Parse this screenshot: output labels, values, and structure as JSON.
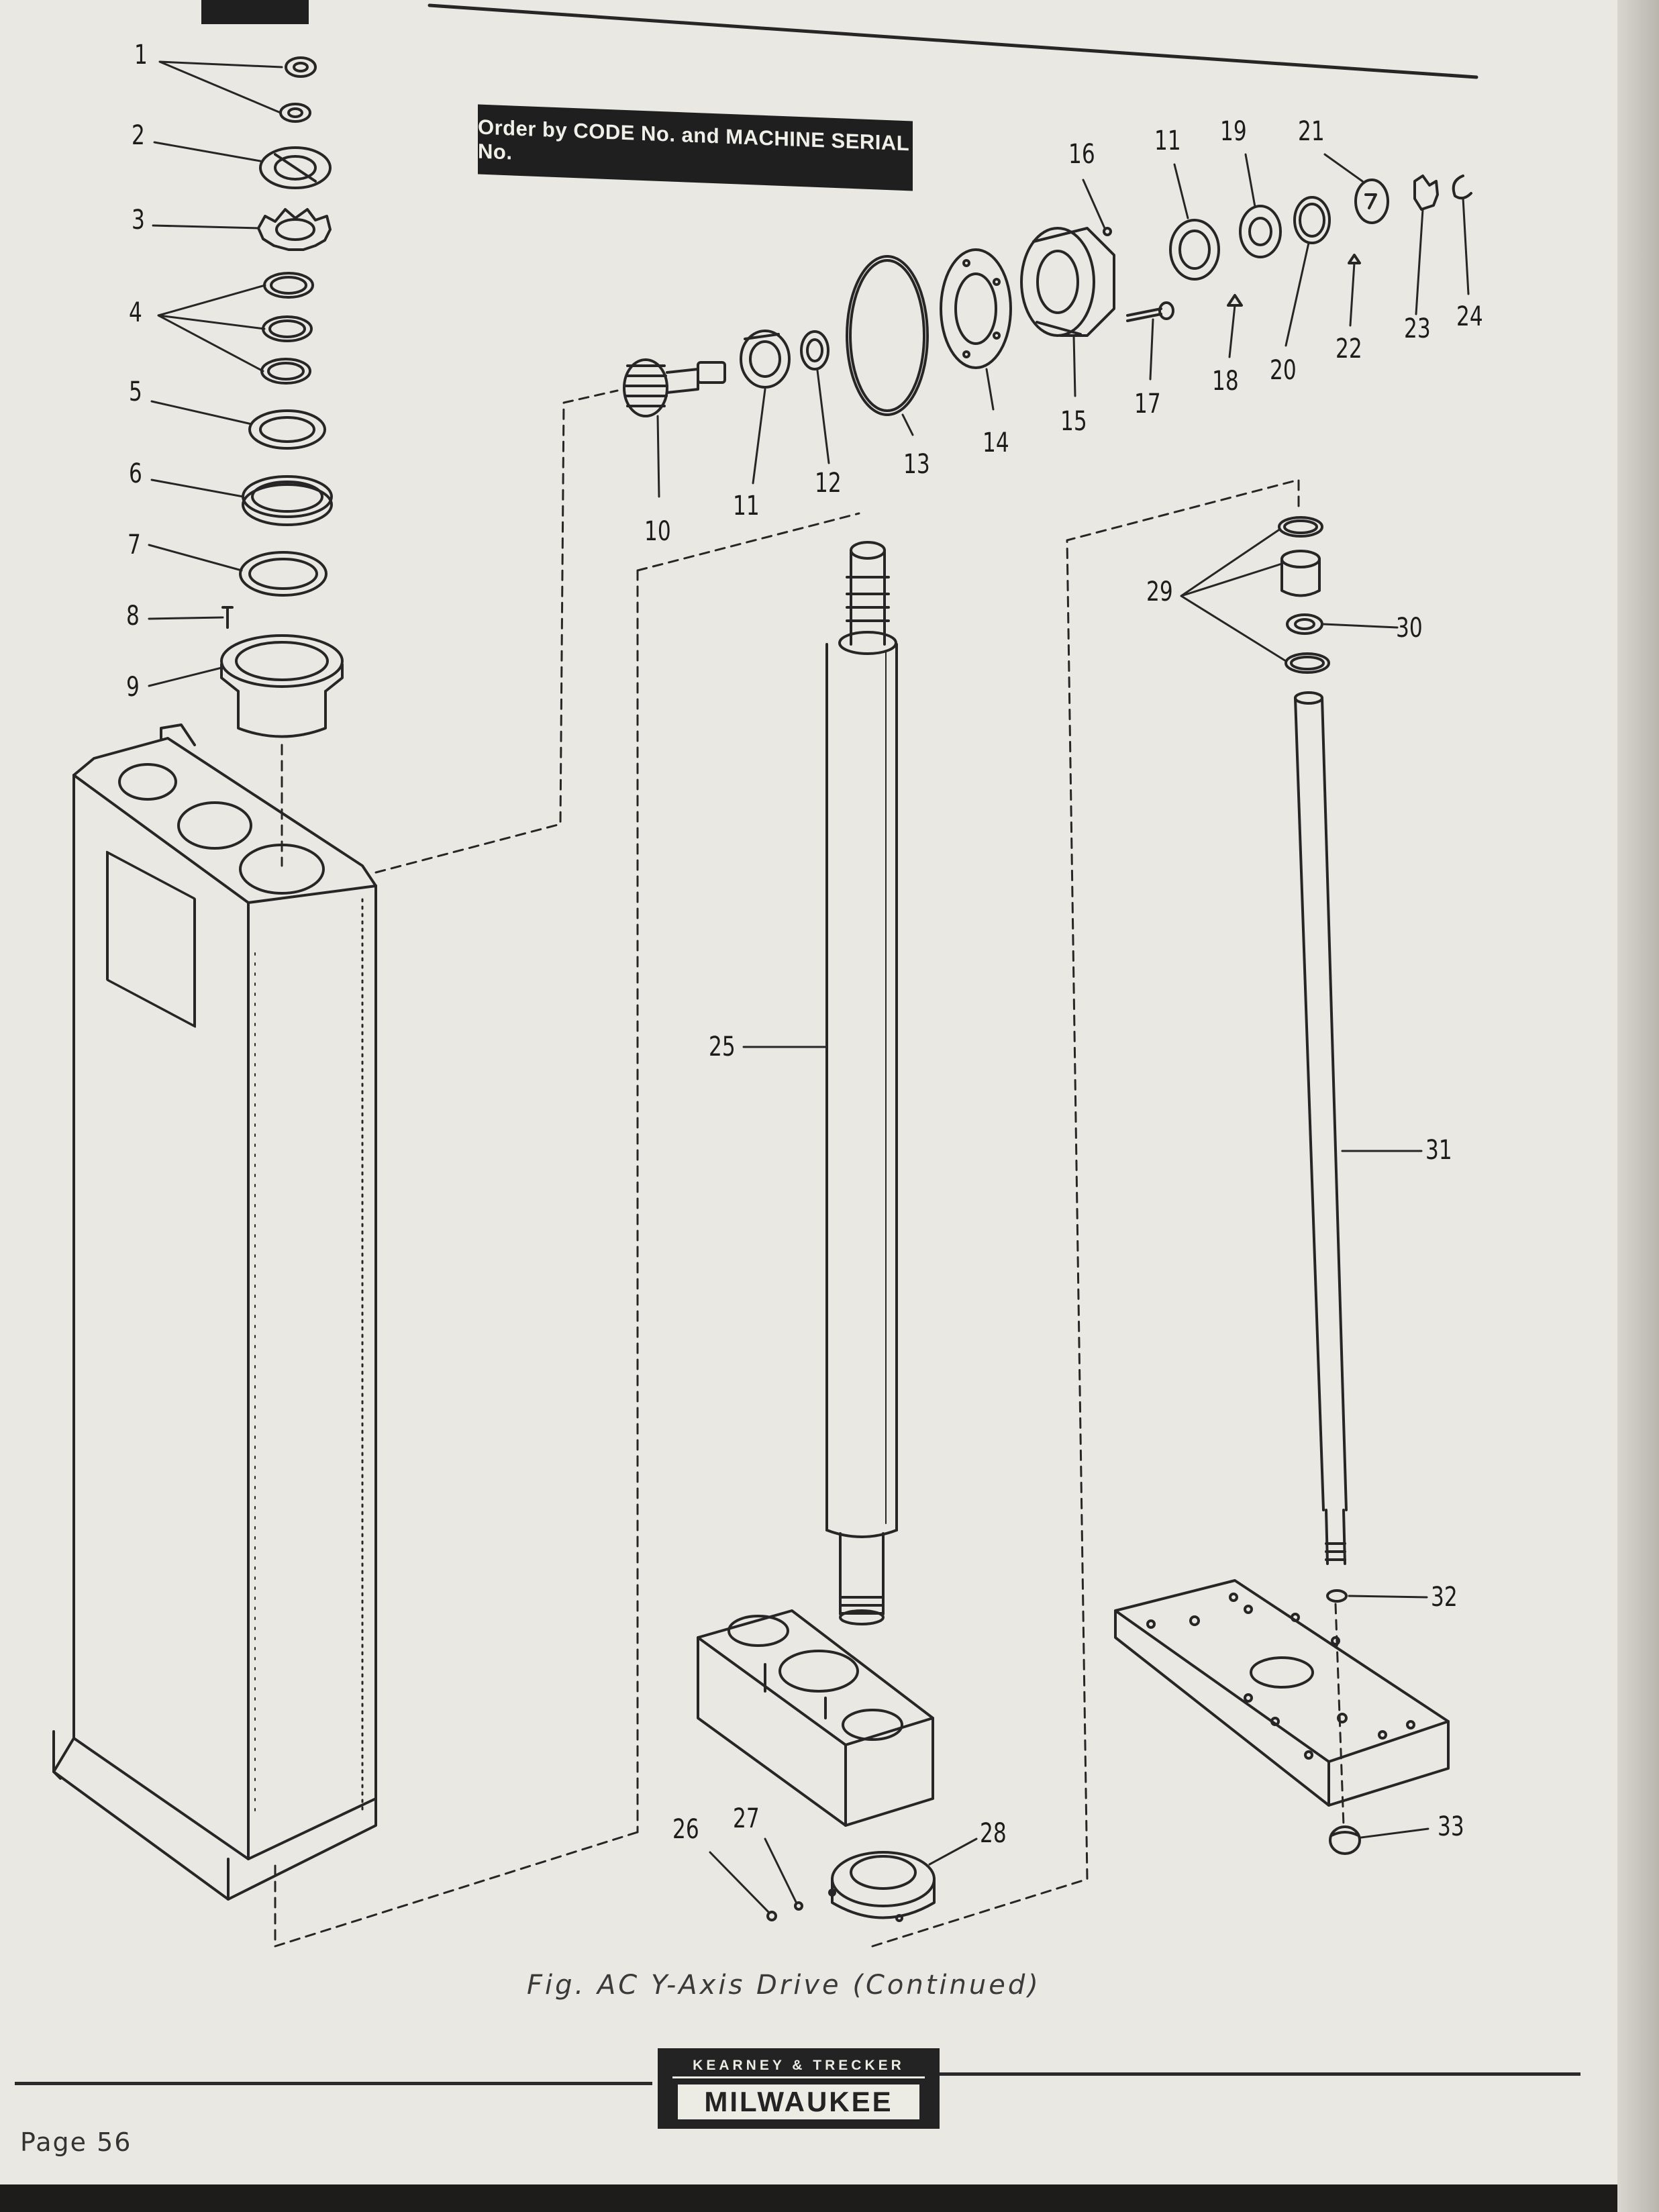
{
  "banner": {
    "text": "Order by CODE No. and MACHINE SERIAL No."
  },
  "callouts": [
    {
      "label": "1"
    },
    {
      "label": "2"
    },
    {
      "label": "3"
    },
    {
      "label": "4"
    },
    {
      "label": "5"
    },
    {
      "label": "6"
    },
    {
      "label": "7"
    },
    {
      "label": "8"
    },
    {
      "label": "9"
    },
    {
      "label": "10"
    },
    {
      "label": "11"
    },
    {
      "label": "11"
    },
    {
      "label": "12"
    },
    {
      "label": "13"
    },
    {
      "label": "14"
    },
    {
      "label": "15"
    },
    {
      "label": "16"
    },
    {
      "label": "17"
    },
    {
      "label": "18"
    },
    {
      "label": "19"
    },
    {
      "label": "20"
    },
    {
      "label": "21"
    },
    {
      "label": "22"
    },
    {
      "label": "23"
    },
    {
      "label": "24"
    },
    {
      "label": "25"
    },
    {
      "label": "26"
    },
    {
      "label": "27"
    },
    {
      "label": "28"
    },
    {
      "label": "29"
    },
    {
      "label": "30"
    },
    {
      "label": "31"
    },
    {
      "label": "32"
    },
    {
      "label": "33"
    }
  ],
  "caption": "Fig. AC  Y-Axis Drive (Continued)",
  "logo": {
    "top": "KEARNEY & TRECKER",
    "bottom": "MILWAUKEE"
  },
  "page_number": "Page 56"
}
